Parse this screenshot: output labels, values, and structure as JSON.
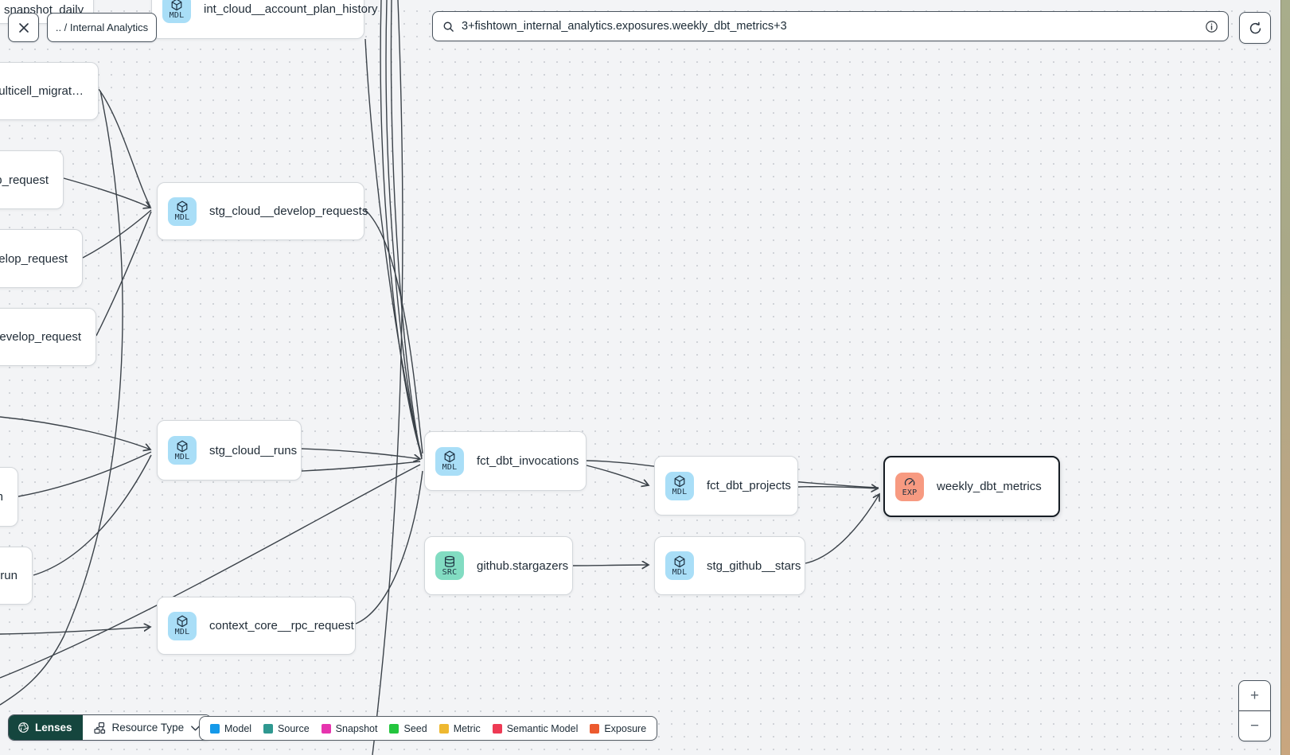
{
  "header": {
    "breadcrumb": ".. / Internal Analytics",
    "search_value": "3+fishtown_internal_analytics.exposures.weekly_dbt_metrics+3"
  },
  "nodes": [
    {
      "id": "snapshot_daily",
      "label": "snapshot_daily",
      "badge": "",
      "type": "model"
    },
    {
      "id": "int_cloud_account_plan",
      "label": "int_cloud__account_plan_history",
      "badge": "MDL",
      "type": "model"
    },
    {
      "id": "multicell_migrat",
      "label": "multicell_migrat…",
      "badge": "",
      "type": "model"
    },
    {
      "id": "p_request",
      "label": "p_request",
      "badge": "",
      "type": "model"
    },
    {
      "id": "velop_request",
      "label": "velop_request",
      "badge": "",
      "type": "model"
    },
    {
      "id": "develop_request",
      "label": ".develop_request",
      "badge": "",
      "type": "model"
    },
    {
      "id": "stg_cloud_develop_requests",
      "label": "stg_cloud__develop_requests",
      "badge": "MDL",
      "type": "model"
    },
    {
      "id": "stg_cloud_runs",
      "label": "stg_cloud__runs",
      "badge": "MDL",
      "type": "model"
    },
    {
      "id": "n_node",
      "label": "n",
      "badge": "",
      "type": "model"
    },
    {
      "id": "run_node",
      "label": ".run",
      "badge": "",
      "type": "model"
    },
    {
      "id": "context_core_rpc_request",
      "label": "context_core__rpc_request",
      "badge": "MDL",
      "type": "model"
    },
    {
      "id": "fct_dbt_invocations",
      "label": "fct_dbt_invocations",
      "badge": "MDL",
      "type": "model"
    },
    {
      "id": "fct_dbt_projects",
      "label": "fct_dbt_projects",
      "badge": "MDL",
      "type": "model"
    },
    {
      "id": "weekly_dbt_metrics",
      "label": "weekly_dbt_metrics",
      "badge": "EXP",
      "type": "exposure",
      "selected": true
    },
    {
      "id": "github_stargazers",
      "label": "github.stargazers",
      "badge": "SRC",
      "type": "source"
    },
    {
      "id": "stg_github_stars",
      "label": "stg_github__stars",
      "badge": "MDL",
      "type": "model"
    }
  ],
  "toolbar": {
    "lenses_label": "Lenses",
    "resource_type_label": "Resource Type"
  },
  "legend": {
    "items": [
      {
        "label": "Model",
        "color": "#1599e9"
      },
      {
        "label": "Source",
        "color": "#2f9890"
      },
      {
        "label": "Snapshot",
        "color": "#e634ae"
      },
      {
        "label": "Seed",
        "color": "#24c53e"
      },
      {
        "label": "Metric",
        "color": "#eeb830"
      },
      {
        "label": "Semantic Model",
        "color": "#ee3a54"
      },
      {
        "label": "Exposure",
        "color": "#ec5a2e"
      }
    ]
  },
  "zoom_controls": {
    "zoom_in": "+",
    "zoom_out": "−"
  }
}
